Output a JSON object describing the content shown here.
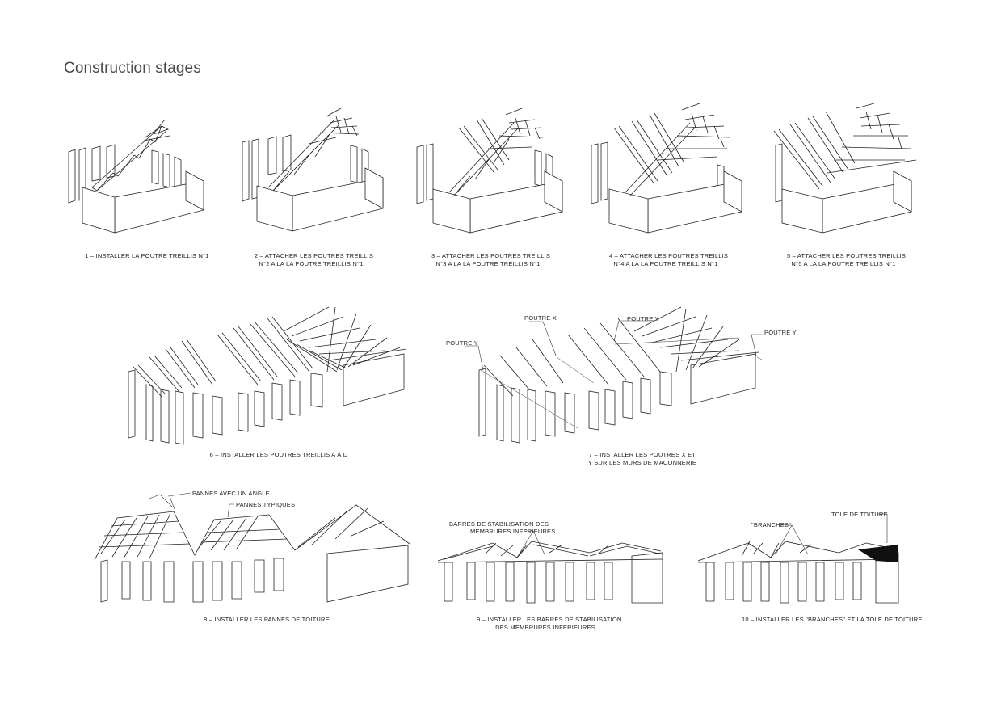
{
  "page": {
    "title": "Construction stages"
  },
  "stages": [
    {
      "number": "1",
      "lines": [
        "1 – INSTALLER LA POUTRE TREILLIS N°1"
      ]
    },
    {
      "number": "2",
      "lines": [
        "2 – ATTACHER LES POUTRES TREILLIS",
        "N°2 A LA LA POUTRE TREILLIS N°1"
      ]
    },
    {
      "number": "3",
      "lines": [
        "3 – ATTACHER LES POUTRES TREILLIS",
        "N°3 A LA LA POUTRE TREILLIS N°1"
      ]
    },
    {
      "number": "4",
      "lines": [
        "4 – ATTACHER LES POUTRES TREILLIS",
        "N°4 A LA LA POUTRE TREILLIS N°1"
      ]
    },
    {
      "number": "5",
      "lines": [
        "5 – ATTACHER LES POUTRES TREILLIS",
        "N°5 A LA LA POUTRE TREILLIS N°1"
      ]
    },
    {
      "number": "6",
      "lines": [
        "6 – INSTALLER LES POUTRES TREILLIS A À D"
      ]
    },
    {
      "number": "7",
      "lines": [
        "7 – INSTALLER LES POUTRES X ET",
        "Y SUR LES MURS DE MACONNERIE"
      ]
    },
    {
      "number": "8",
      "lines": [
        "8 – INSTALLER LES PANNES DE TOITURE"
      ]
    },
    {
      "number": "9",
      "lines": [
        "9 – INSTALLER LES BARRES DE STABILISATION",
        "DES MEMBRURES INFERIEURES"
      ]
    },
    {
      "number": "10",
      "lines": [
        "10 – INSTALLER LES \"BRANCHES\" ET LA TOLE DE TOITURE"
      ]
    }
  ],
  "callouts": {
    "poutre_x": "POUTRE X",
    "poutre_y_left": "POUTRE Y",
    "poutre_y_mid": "POUTRE Y",
    "poutre_y_right": "POUTRE Y",
    "pannes_angle": "PANNES AVEC UN ANGLE",
    "pannes_typiques": "PANNES TYPIQUES",
    "barres_line1": "BARRES DE STABILISATION DES",
    "barres_line2": "MEMBRURES INFERIEURES",
    "branches": "\"BRANCHES\"",
    "tole": "TOLE DE TOITURE"
  }
}
